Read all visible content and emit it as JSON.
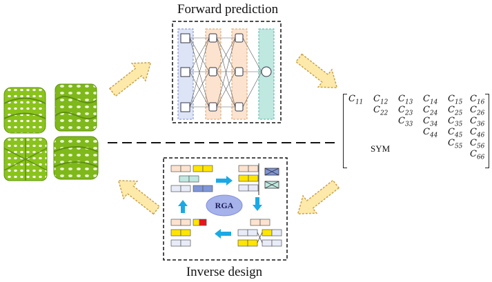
{
  "forward_title": "Forward prediction",
  "inverse_title": "Inverse design",
  "rga_label": "RGA",
  "sym_label": "SYM",
  "matrix": [
    {
      "text": "C11",
      "col": 0,
      "row": 0
    },
    {
      "text": "C12",
      "col": 1,
      "row": 0
    },
    {
      "text": "C13",
      "col": 2,
      "row": 0
    },
    {
      "text": "C14",
      "col": 3,
      "row": 0
    },
    {
      "text": "C15",
      "col": 4,
      "row": 0
    },
    {
      "text": "C16",
      "col": 5,
      "row": 0
    },
    {
      "text": "C22",
      "col": 1,
      "row": 1
    },
    {
      "text": "C23",
      "col": 2,
      "row": 1
    },
    {
      "text": "C24",
      "col": 3,
      "row": 1
    },
    {
      "text": "C25",
      "col": 4,
      "row": 1
    },
    {
      "text": "C26",
      "col": 5,
      "row": 1
    },
    {
      "text": "C33",
      "col": 2,
      "row": 2
    },
    {
      "text": "C34",
      "col": 3,
      "row": 2
    },
    {
      "text": "C35",
      "col": 4,
      "row": 2
    },
    {
      "text": "C36",
      "col": 5,
      "row": 2
    },
    {
      "text": "C44",
      "col": 3,
      "row": 3
    },
    {
      "text": "C45",
      "col": 4,
      "row": 3
    },
    {
      "text": "C46",
      "col": 5,
      "row": 3
    },
    {
      "text": "C55",
      "col": 4,
      "row": 4
    },
    {
      "text": "C56",
      "col": 5,
      "row": 4
    },
    {
      "text": "C66",
      "col": 5,
      "row": 5
    }
  ],
  "colors": {
    "lattice": "#8ac31c",
    "lattice_dark": "#5e9010",
    "arrow_fill": "#fde9a9",
    "arrow_stroke": "#c7a24a",
    "nn_input": "#dde4f6",
    "nn_hidden": "#fbe3cf",
    "nn_output": "#bfe8e0",
    "flow_arrow": "#1ba9e6",
    "rga_ellipse": "#a6b2ea"
  }
}
